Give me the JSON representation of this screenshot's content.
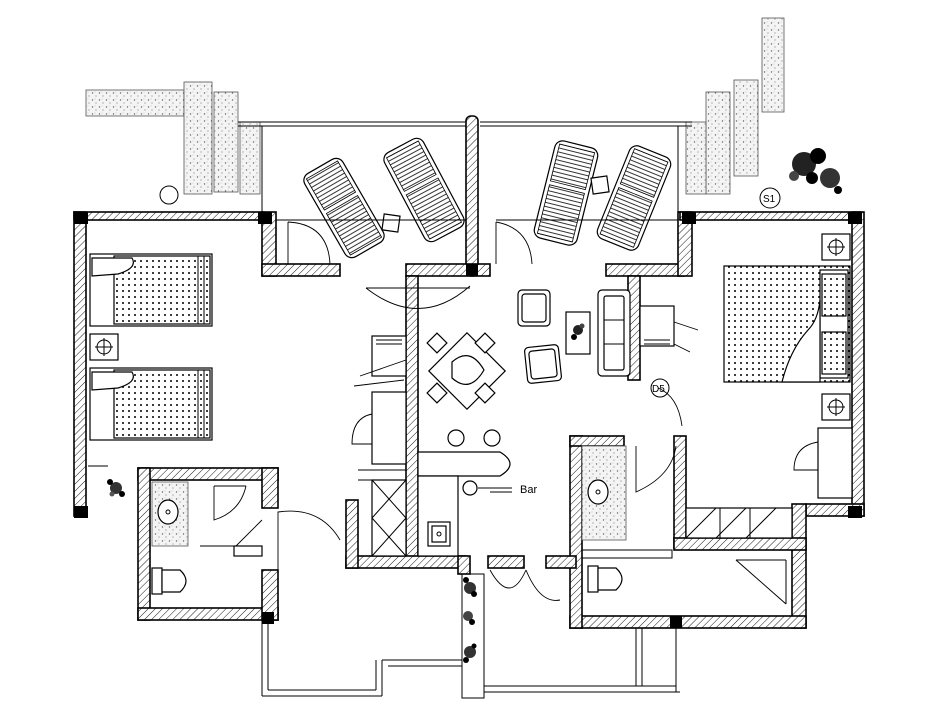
{
  "plan": {
    "labels": {
      "bar": "Bar",
      "door_tag": "D5",
      "site_tag": "S1"
    }
  }
}
